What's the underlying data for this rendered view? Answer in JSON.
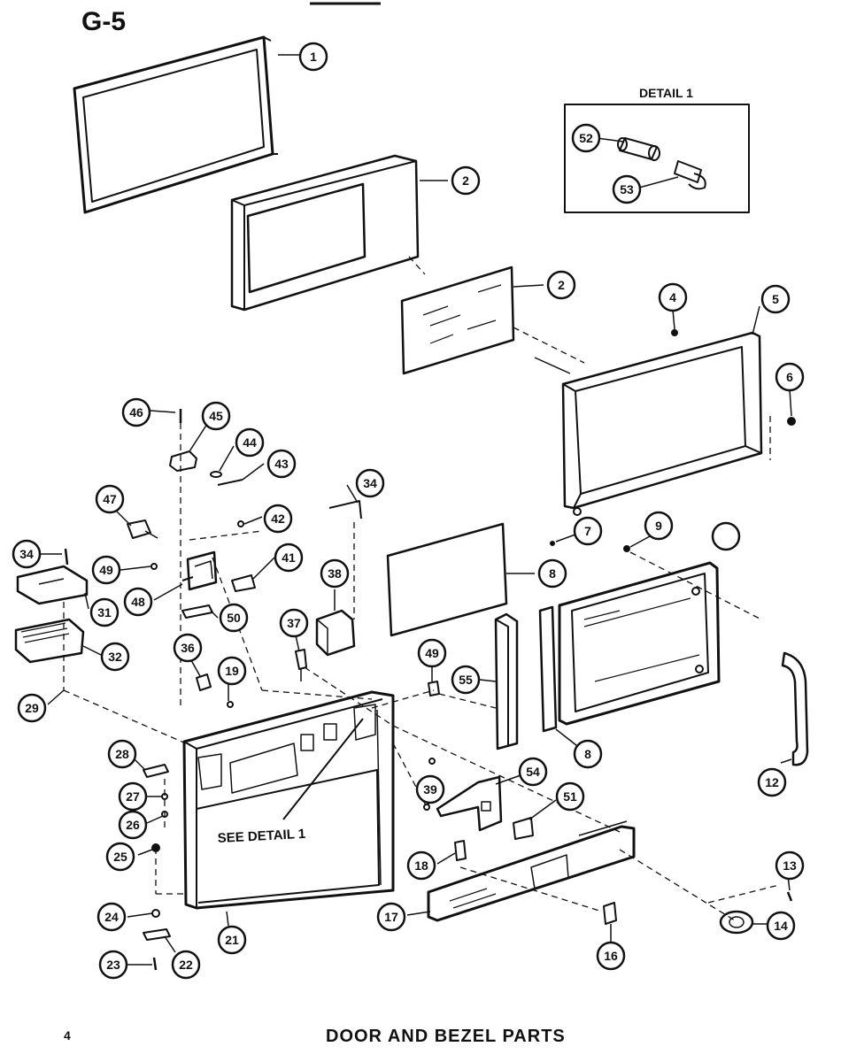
{
  "header": {
    "diagram_code": "G-5"
  },
  "detail_box": {
    "title": "DETAIL 1"
  },
  "annotation": {
    "see_detail": "SEE DETAIL 1"
  },
  "footer": {
    "page_number": "4",
    "caption": "DOOR AND BEZEL PARTS"
  },
  "callouts": [
    {
      "id": "c1",
      "label": "1"
    },
    {
      "id": "c2a",
      "label": "2"
    },
    {
      "id": "c2b",
      "label": "2"
    },
    {
      "id": "c4",
      "label": "4"
    },
    {
      "id": "c5",
      "label": "5"
    },
    {
      "id": "c6",
      "label": "6"
    },
    {
      "id": "c7",
      "label": "7"
    },
    {
      "id": "c8a",
      "label": "8"
    },
    {
      "id": "c8b",
      "label": "8"
    },
    {
      "id": "c9",
      "label": "9"
    },
    {
      "id": "c10",
      "label": ""
    },
    {
      "id": "c12",
      "label": "12"
    },
    {
      "id": "c13",
      "label": "13"
    },
    {
      "id": "c14",
      "label": "14"
    },
    {
      "id": "c16",
      "label": "16"
    },
    {
      "id": "c17",
      "label": "17"
    },
    {
      "id": "c18",
      "label": "18"
    },
    {
      "id": "c19",
      "label": "19"
    },
    {
      "id": "c21",
      "label": "21"
    },
    {
      "id": "c22",
      "label": "22"
    },
    {
      "id": "c23",
      "label": "23"
    },
    {
      "id": "c24",
      "label": "24"
    },
    {
      "id": "c25",
      "label": "25"
    },
    {
      "id": "c26",
      "label": "26"
    },
    {
      "id": "c27",
      "label": "27"
    },
    {
      "id": "c28",
      "label": "28"
    },
    {
      "id": "c29",
      "label": "29"
    },
    {
      "id": "c31",
      "label": "31"
    },
    {
      "id": "c32",
      "label": "32"
    },
    {
      "id": "c34a",
      "label": "34"
    },
    {
      "id": "c34b",
      "label": "34"
    },
    {
      "id": "c36",
      "label": "36"
    },
    {
      "id": "c37",
      "label": "37"
    },
    {
      "id": "c38",
      "label": "38"
    },
    {
      "id": "c39",
      "label": "39"
    },
    {
      "id": "c41",
      "label": "41"
    },
    {
      "id": "c42",
      "label": "42"
    },
    {
      "id": "c43",
      "label": "43"
    },
    {
      "id": "c44",
      "label": "44"
    },
    {
      "id": "c45",
      "label": "45"
    },
    {
      "id": "c46",
      "label": "46"
    },
    {
      "id": "c47",
      "label": "47"
    },
    {
      "id": "c48",
      "label": "48"
    },
    {
      "id": "c49a",
      "label": "49"
    },
    {
      "id": "c49b",
      "label": "49"
    },
    {
      "id": "c50",
      "label": "50"
    },
    {
      "id": "c51",
      "label": "51"
    },
    {
      "id": "c52",
      "label": "52"
    },
    {
      "id": "c53",
      "label": "53"
    },
    {
      "id": "c54",
      "label": "54"
    },
    {
      "id": "c55",
      "label": "55"
    }
  ]
}
